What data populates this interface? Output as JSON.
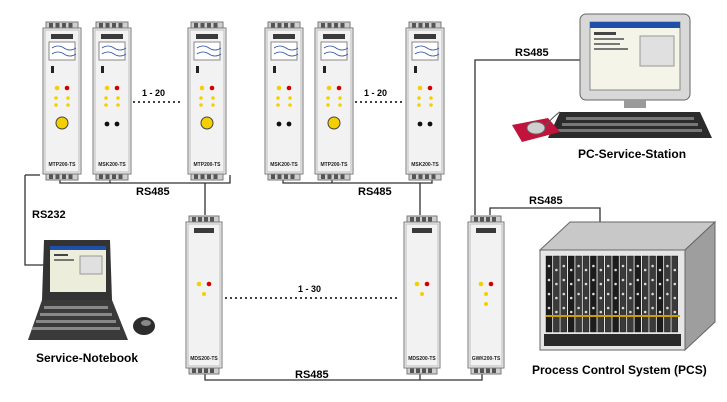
{
  "labels": {
    "rs485_pc": "RS485",
    "rs485_top_left": "RS485",
    "rs485_top_right": "RS485",
    "rs485_pcs": "RS485",
    "rs485_bottom": "RS485",
    "rs232": "RS232",
    "range_left": "1 - 20",
    "range_right": "1 - 20",
    "range_mid": "1 - 30"
  },
  "devices": {
    "top": [
      {
        "id": "mtp-1",
        "name": "MTP200-TS",
        "kind": "mtp"
      },
      {
        "id": "msk-1",
        "name": "MSK200-TS",
        "kind": "msk"
      },
      {
        "id": "mtp-2",
        "name": "MTP200-TS",
        "kind": "mtp"
      },
      {
        "id": "msk-2",
        "name": "MSK200-TS",
        "kind": "msk"
      },
      {
        "id": "mtp-3",
        "name": "MTP200-TS",
        "kind": "mtp"
      },
      {
        "id": "msk-3",
        "name": "MSK200-TS",
        "kind": "msk"
      }
    ],
    "bottom": [
      {
        "id": "mds-1",
        "name": "MDS200-TS",
        "kind": "mds"
      },
      {
        "id": "mds-2",
        "name": "MDS200-TS",
        "kind": "mds"
      },
      {
        "id": "gwk-1",
        "name": "GWK200-TS",
        "kind": "gwk"
      }
    ]
  },
  "stations": {
    "pc": "PC-Service-Station",
    "notebook": "Service-Notebook",
    "pcs": "Process Control System (PCS)"
  },
  "colors": {
    "module_body": "#f2f2f2",
    "module_edge": "#7a7a7a",
    "wire": "#333333",
    "led_yellow": "#f5d000",
    "led_red": "#d40000",
    "rack": "#2a2a2a"
  }
}
